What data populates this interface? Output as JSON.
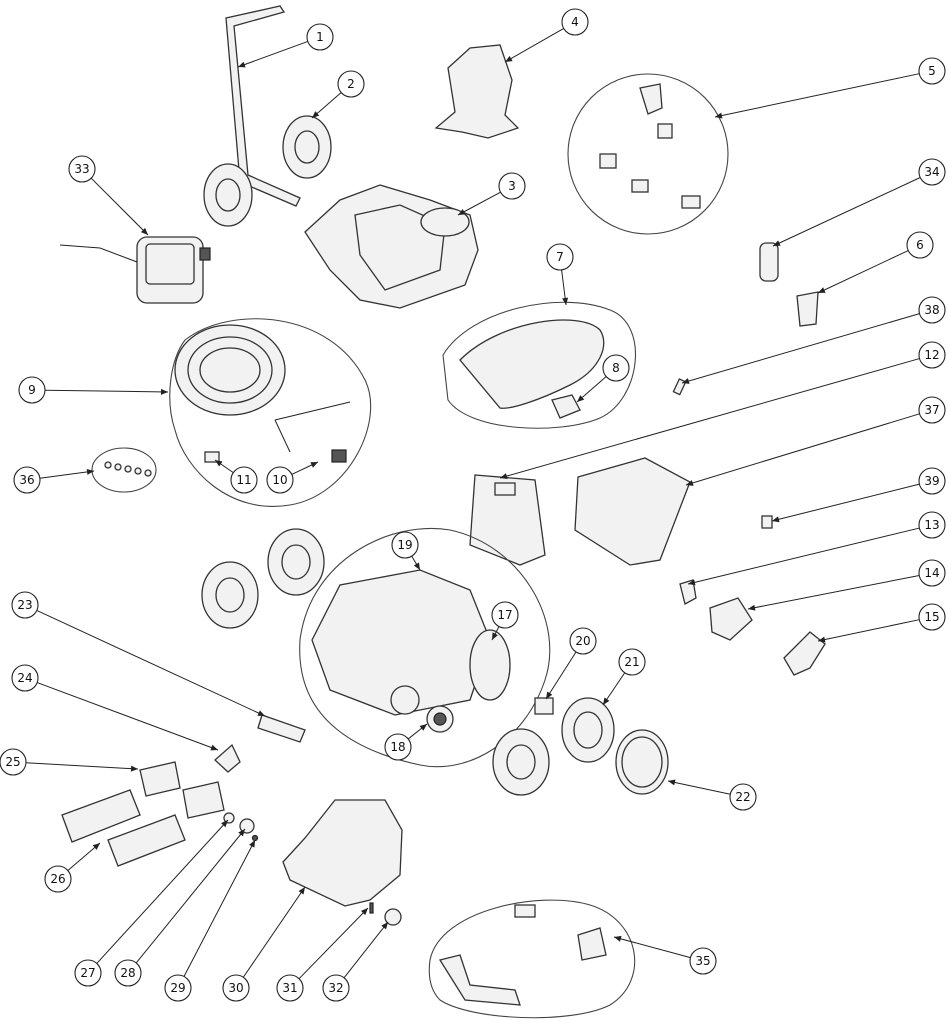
{
  "diagram": {
    "callouts": [
      "1",
      "2",
      "3",
      "4",
      "5",
      "6",
      "7",
      "8",
      "9",
      "10",
      "11",
      "12",
      "13",
      "14",
      "15",
      "17",
      "18",
      "19",
      "20",
      "21",
      "22",
      "23",
      "24",
      "25",
      "26",
      "27",
      "28",
      "29",
      "30",
      "31",
      "32",
      "33",
      "34",
      "35",
      "36",
      "37",
      "38",
      "39"
    ],
    "labels": {
      "c1": "1",
      "c2": "2",
      "c3": "3",
      "c4": "4",
      "c5": "5",
      "c6": "6",
      "c7": "7",
      "c8": "8",
      "c9": "9",
      "c10": "10",
      "c11": "11",
      "c12": "12",
      "c13": "13",
      "c14": "14",
      "c15": "15",
      "c17": "17",
      "c18": "18",
      "c19": "19",
      "c20": "20",
      "c21": "21",
      "c22": "22",
      "c23": "23",
      "c24": "24",
      "c25": "25",
      "c26": "26",
      "c27": "27",
      "c28": "28",
      "c29": "29",
      "c30": "30",
      "c31": "31",
      "c32": "32",
      "c33": "33",
      "c34": "34",
      "c35": "35",
      "c36": "36",
      "c37": "37",
      "c38": "38",
      "c39": "39"
    }
  }
}
